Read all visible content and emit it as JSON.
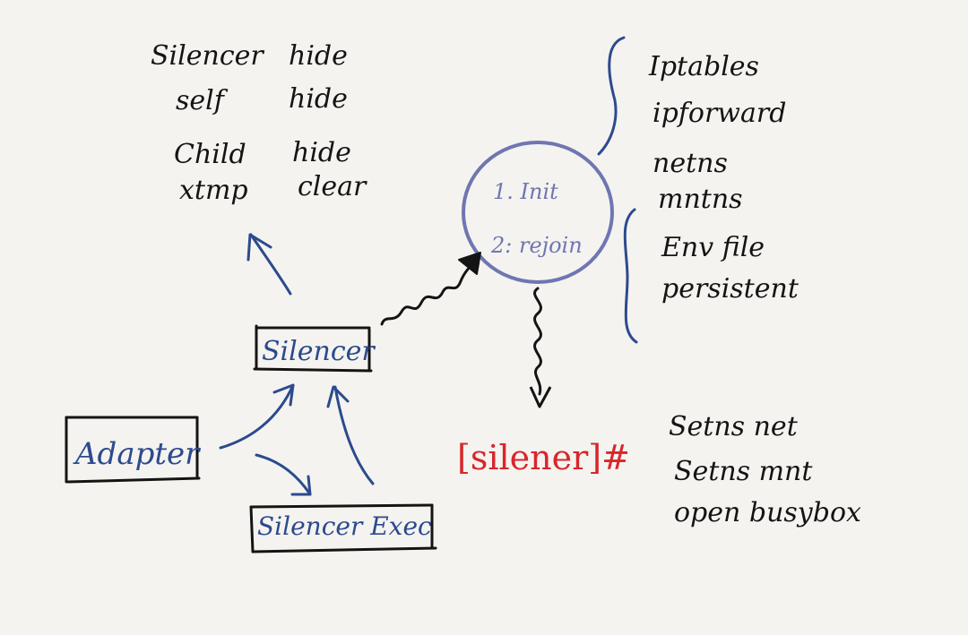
{
  "hide_list": [
    {
      "item": "Silencer",
      "action": "hide"
    },
    {
      "item": "self",
      "action": "hide"
    },
    {
      "item": "Child",
      "action": "hide"
    },
    {
      "item": "xtmp",
      "action": "clear"
    }
  ],
  "boxes": {
    "silencer": "Silencer",
    "adapter": "Adapter",
    "silencer_exec": "Silencer Exec"
  },
  "circle_steps": [
    "1. Init",
    "2: rejoin"
  ],
  "init_steps": [
    "Iptables",
    "ipforward",
    "netns",
    "mntns"
  ],
  "rejoin_steps": [
    "Env file",
    "persistent"
  ],
  "prompt": "[silener]#",
  "shell_commands": [
    "Setns net",
    "Setns mnt",
    "open busybox"
  ],
  "colors": {
    "paper": "#f4f3ef",
    "ink_black": "#141414",
    "ink_blue": "#2c4a8e",
    "ink_red": "#d8262b",
    "circle_purple": "#6f76b2"
  }
}
